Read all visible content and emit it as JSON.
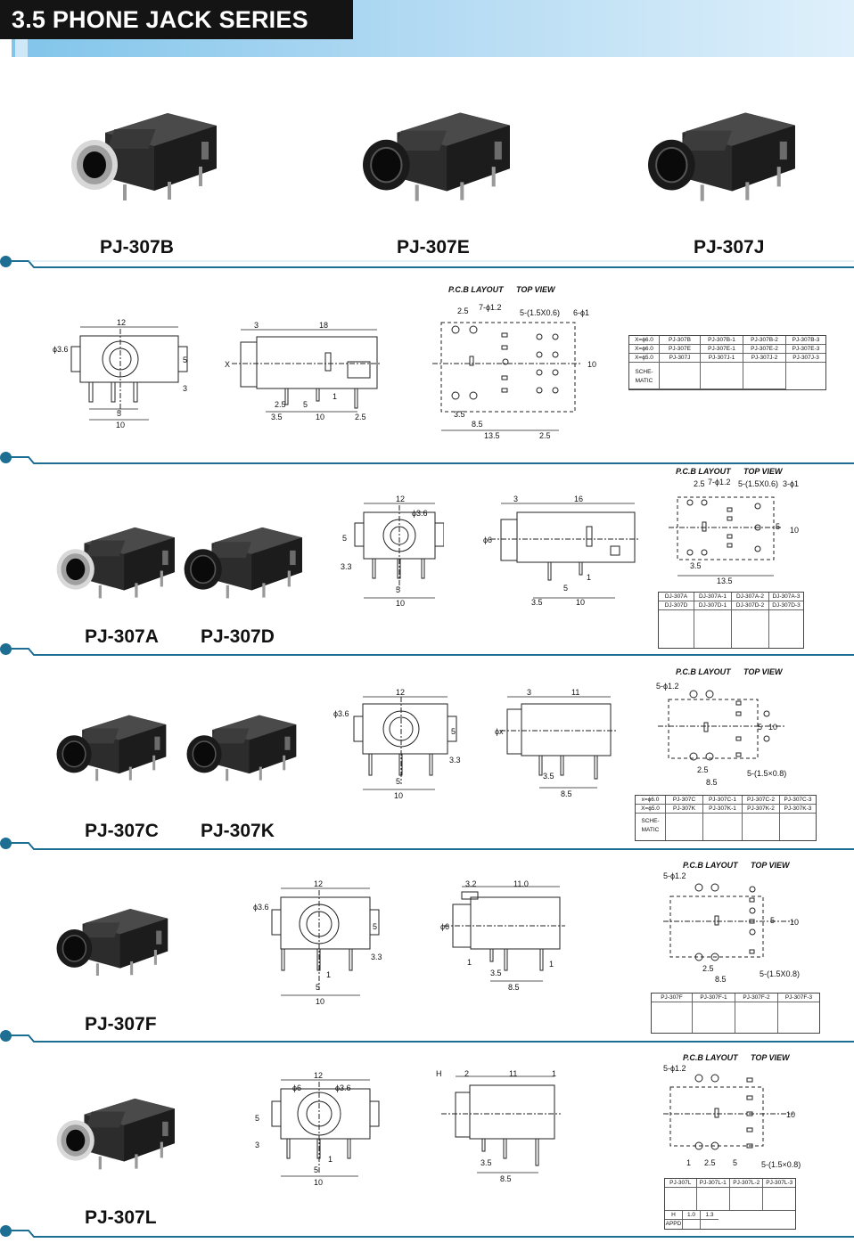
{
  "header": {
    "title": "3.5 PHONE JACK SERIES"
  },
  "colors": {
    "accent": "#1d6e93",
    "header_dark": "#141414",
    "header_light": "#aed8f2"
  },
  "models": {
    "b": "PJ-307B",
    "e": "PJ-307E",
    "j": "PJ-307J",
    "a": "PJ-307A",
    "d": "PJ-307D",
    "c": "PJ-307C",
    "k": "PJ-307K",
    "f": "PJ-307F",
    "l": "PJ-307L"
  },
  "pcb": {
    "title": "P.C.B LAYOUT",
    "view": "TOP VIEW"
  },
  "dims": {
    "r1": {
      "w12": "12",
      "d36": "ϕ3.6",
      "h5": "5",
      "h3": "3",
      "w5": "5",
      "w10": "10",
      "s3": "3",
      "s18": "18",
      "x": "X",
      "s25": "2.5",
      "s5": "5",
      "s1": "1",
      "s35": "3.5",
      "s10": "10",
      "s25b": "2.5",
      "p25": "2.5",
      "p7": "7-ϕ1.2",
      "p5": "5-(1.5X0.6)",
      "p6": "6-ϕ1",
      "p10": "10",
      "p35": "3.5",
      "p85": "8.5",
      "p135": "13.5",
      "p25b": "2.5"
    },
    "r2": {
      "w12": "12",
      "d36": "ϕ3.6",
      "h5": "5",
      "h33": "3.3",
      "w5": "5",
      "w10": "10",
      "s3": "3",
      "s16": "16",
      "d6": "ϕ6",
      "s5": "5",
      "s1": "1",
      "s35": "3.5",
      "s10": "10",
      "p25": "2.5",
      "p7": "7-ϕ1.2",
      "p5": "5-(1.5X0.6)",
      "p3": "3-ϕ1",
      "p10": "10",
      "p5b": "5",
      "p35": "3.5",
      "p135": "13.5"
    },
    "r3": {
      "w12": "12",
      "d36": "ϕ3.6",
      "h5": "5",
      "h33": "3.3",
      "w5": "5",
      "w10": "10",
      "s3": "3",
      "s11": "11",
      "dx": "ϕx",
      "s35": "3.5",
      "s85": "8.5",
      "p5": "5-ϕ1.2",
      "p10": "10",
      "p5b": "5",
      "p25": "2.5",
      "p85": "8.5",
      "p15": "5-(1.5×0.8)"
    },
    "r4": {
      "w12": "12",
      "d36": "ϕ3.6",
      "h5": "5",
      "h33": "3.3",
      "w5": "5",
      "w10": "10",
      "s1": "1",
      "s32": "3.2",
      "s110": "11.0",
      "d6": "ϕ6",
      "s1b": "1",
      "s35": "3.5",
      "s85": "8.5",
      "s1c": "1",
      "p5": "5-ϕ1.2",
      "p10": "10",
      "p5b": "5",
      "p25": "2.5",
      "p85": "8.5",
      "p15": "5-(1.5X0.8)"
    },
    "r5": {
      "w12": "12",
      "d6": "ϕ6",
      "d36": "ϕ3.6",
      "h5": "5",
      "h3": "3",
      "w5": "5",
      "w10": "10",
      "s1": "1",
      "H": "H",
      "s2": "2",
      "s11": "11",
      "s1b": "1",
      "s35": "3.5",
      "s85": "8.5",
      "p5": "5-ϕ1.2",
      "p10": "10",
      "p1": "1",
      "p25": "2.5",
      "p5c": "5",
      "p15": "5-(1.5×0.8)"
    }
  },
  "tables": {
    "t1": {
      "rows": [
        [
          "X=ϕ6.0",
          "PJ-307B",
          "PJ-307B-1",
          "PJ-307B-2",
          "PJ-307B-3"
        ],
        [
          "X=ϕ6.0",
          "PJ-307E",
          "PJ-307E-1",
          "PJ-307E-2",
          "PJ-307E-3"
        ],
        [
          "X=ϕ5.0",
          "PJ-307J",
          "PJ-307J-1",
          "PJ-307J-2",
          "PJ-307J-3"
        ]
      ],
      "sch": "SCHE-MATIC"
    },
    "t2": {
      "rows": [
        [
          "DJ-307A",
          "DJ-307A-1",
          "DJ-307A-2",
          "DJ-307A-3"
        ],
        [
          "DJ-307D",
          "DJ-307D-1",
          "DJ-307D-2",
          "DJ-307D-3"
        ]
      ]
    },
    "t3": {
      "rows": [
        [
          "x=ϕ6.0",
          "PJ-307C",
          "PJ-307C-1",
          "PJ-307C-2",
          "PJ-307C-3"
        ],
        [
          "X=ϕ5.0",
          "PJ-307K",
          "PJ-307K-1",
          "PJ-307K-2",
          "PJ-307K-3"
        ]
      ],
      "sch": "SCHE-MATIC"
    },
    "t4": {
      "rows": [
        [
          "PJ-307F",
          "PJ-307F-1",
          "PJ-307F-2",
          "PJ-307F-3"
        ]
      ]
    },
    "t5": {
      "rows": [
        [
          "PJ-307L",
          "PJ-307L-1",
          "PJ-307L-2",
          "PJ-307L-3"
        ]
      ],
      "extra": [
        [
          "H",
          "1.0",
          "1.3"
        ],
        [
          "APPD",
          "",
          ""
        ]
      ]
    }
  }
}
